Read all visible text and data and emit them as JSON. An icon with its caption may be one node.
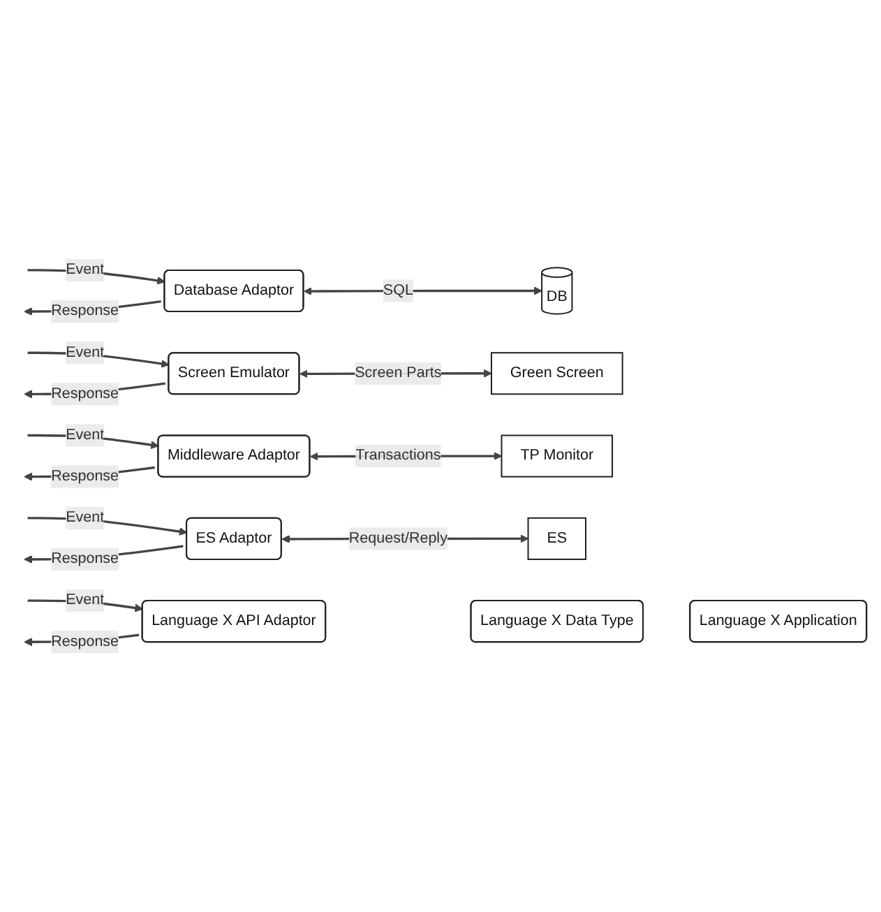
{
  "diagram": {
    "nodes": [
      {
        "text": [
          "Database Adaptor"
        ]
      },
      {
        "text": [
          "DB"
        ]
      },
      {
        "text": [
          "Screen Emulator"
        ]
      },
      {
        "text": [
          "Green Screen"
        ]
      },
      {
        "text": [
          "Middleware Adaptor"
        ]
      },
      {
        "text": [
          "TP Monitor"
        ]
      },
      {
        "text": [
          "ES Adaptor"
        ]
      },
      {
        "text": [
          "ES"
        ]
      },
      {
        "text": [
          "Language X API Adaptor"
        ]
      },
      {
        "text": [
          "Language X Data Type"
        ]
      },
      {
        "text": [
          "Language X Application"
        ]
      }
    ],
    "edges": [
      {
        "from": null,
        "to": 0,
        "arrow": "to",
        "label": "Event"
      },
      {
        "from": 0,
        "to": null,
        "arrow": "to",
        "label": "Response"
      },
      {
        "from": 0,
        "to": 1,
        "arrow": "both",
        "label": "SQL"
      },
      {
        "from": null,
        "to": 2,
        "arrow": "to",
        "label": "Event"
      },
      {
        "from": 2,
        "to": null,
        "arrow": "to",
        "label": "Response"
      },
      {
        "from": 2,
        "to": 3,
        "arrow": "both",
        "label": "Screen Parts"
      },
      {
        "from": null,
        "to": 4,
        "arrow": "to",
        "label": "Event"
      },
      {
        "from": 4,
        "to": null,
        "arrow": "to",
        "label": "Response"
      },
      {
        "from": 4,
        "to": 5,
        "arrow": "both",
        "label": "Transactions"
      },
      {
        "from": null,
        "to": 6,
        "arrow": "to",
        "label": "Event"
      },
      {
        "from": 6,
        "to": null,
        "arrow": "to",
        "label": "Response"
      },
      {
        "from": 6,
        "to": 7,
        "arrow": "both",
        "label": "Request/Reply"
      },
      {
        "from": null,
        "to": 8,
        "arrow": "to",
        "label": "Event"
      },
      {
        "from": 8,
        "to": null,
        "arrow": "to",
        "label": "Response"
      }
    ]
  }
}
